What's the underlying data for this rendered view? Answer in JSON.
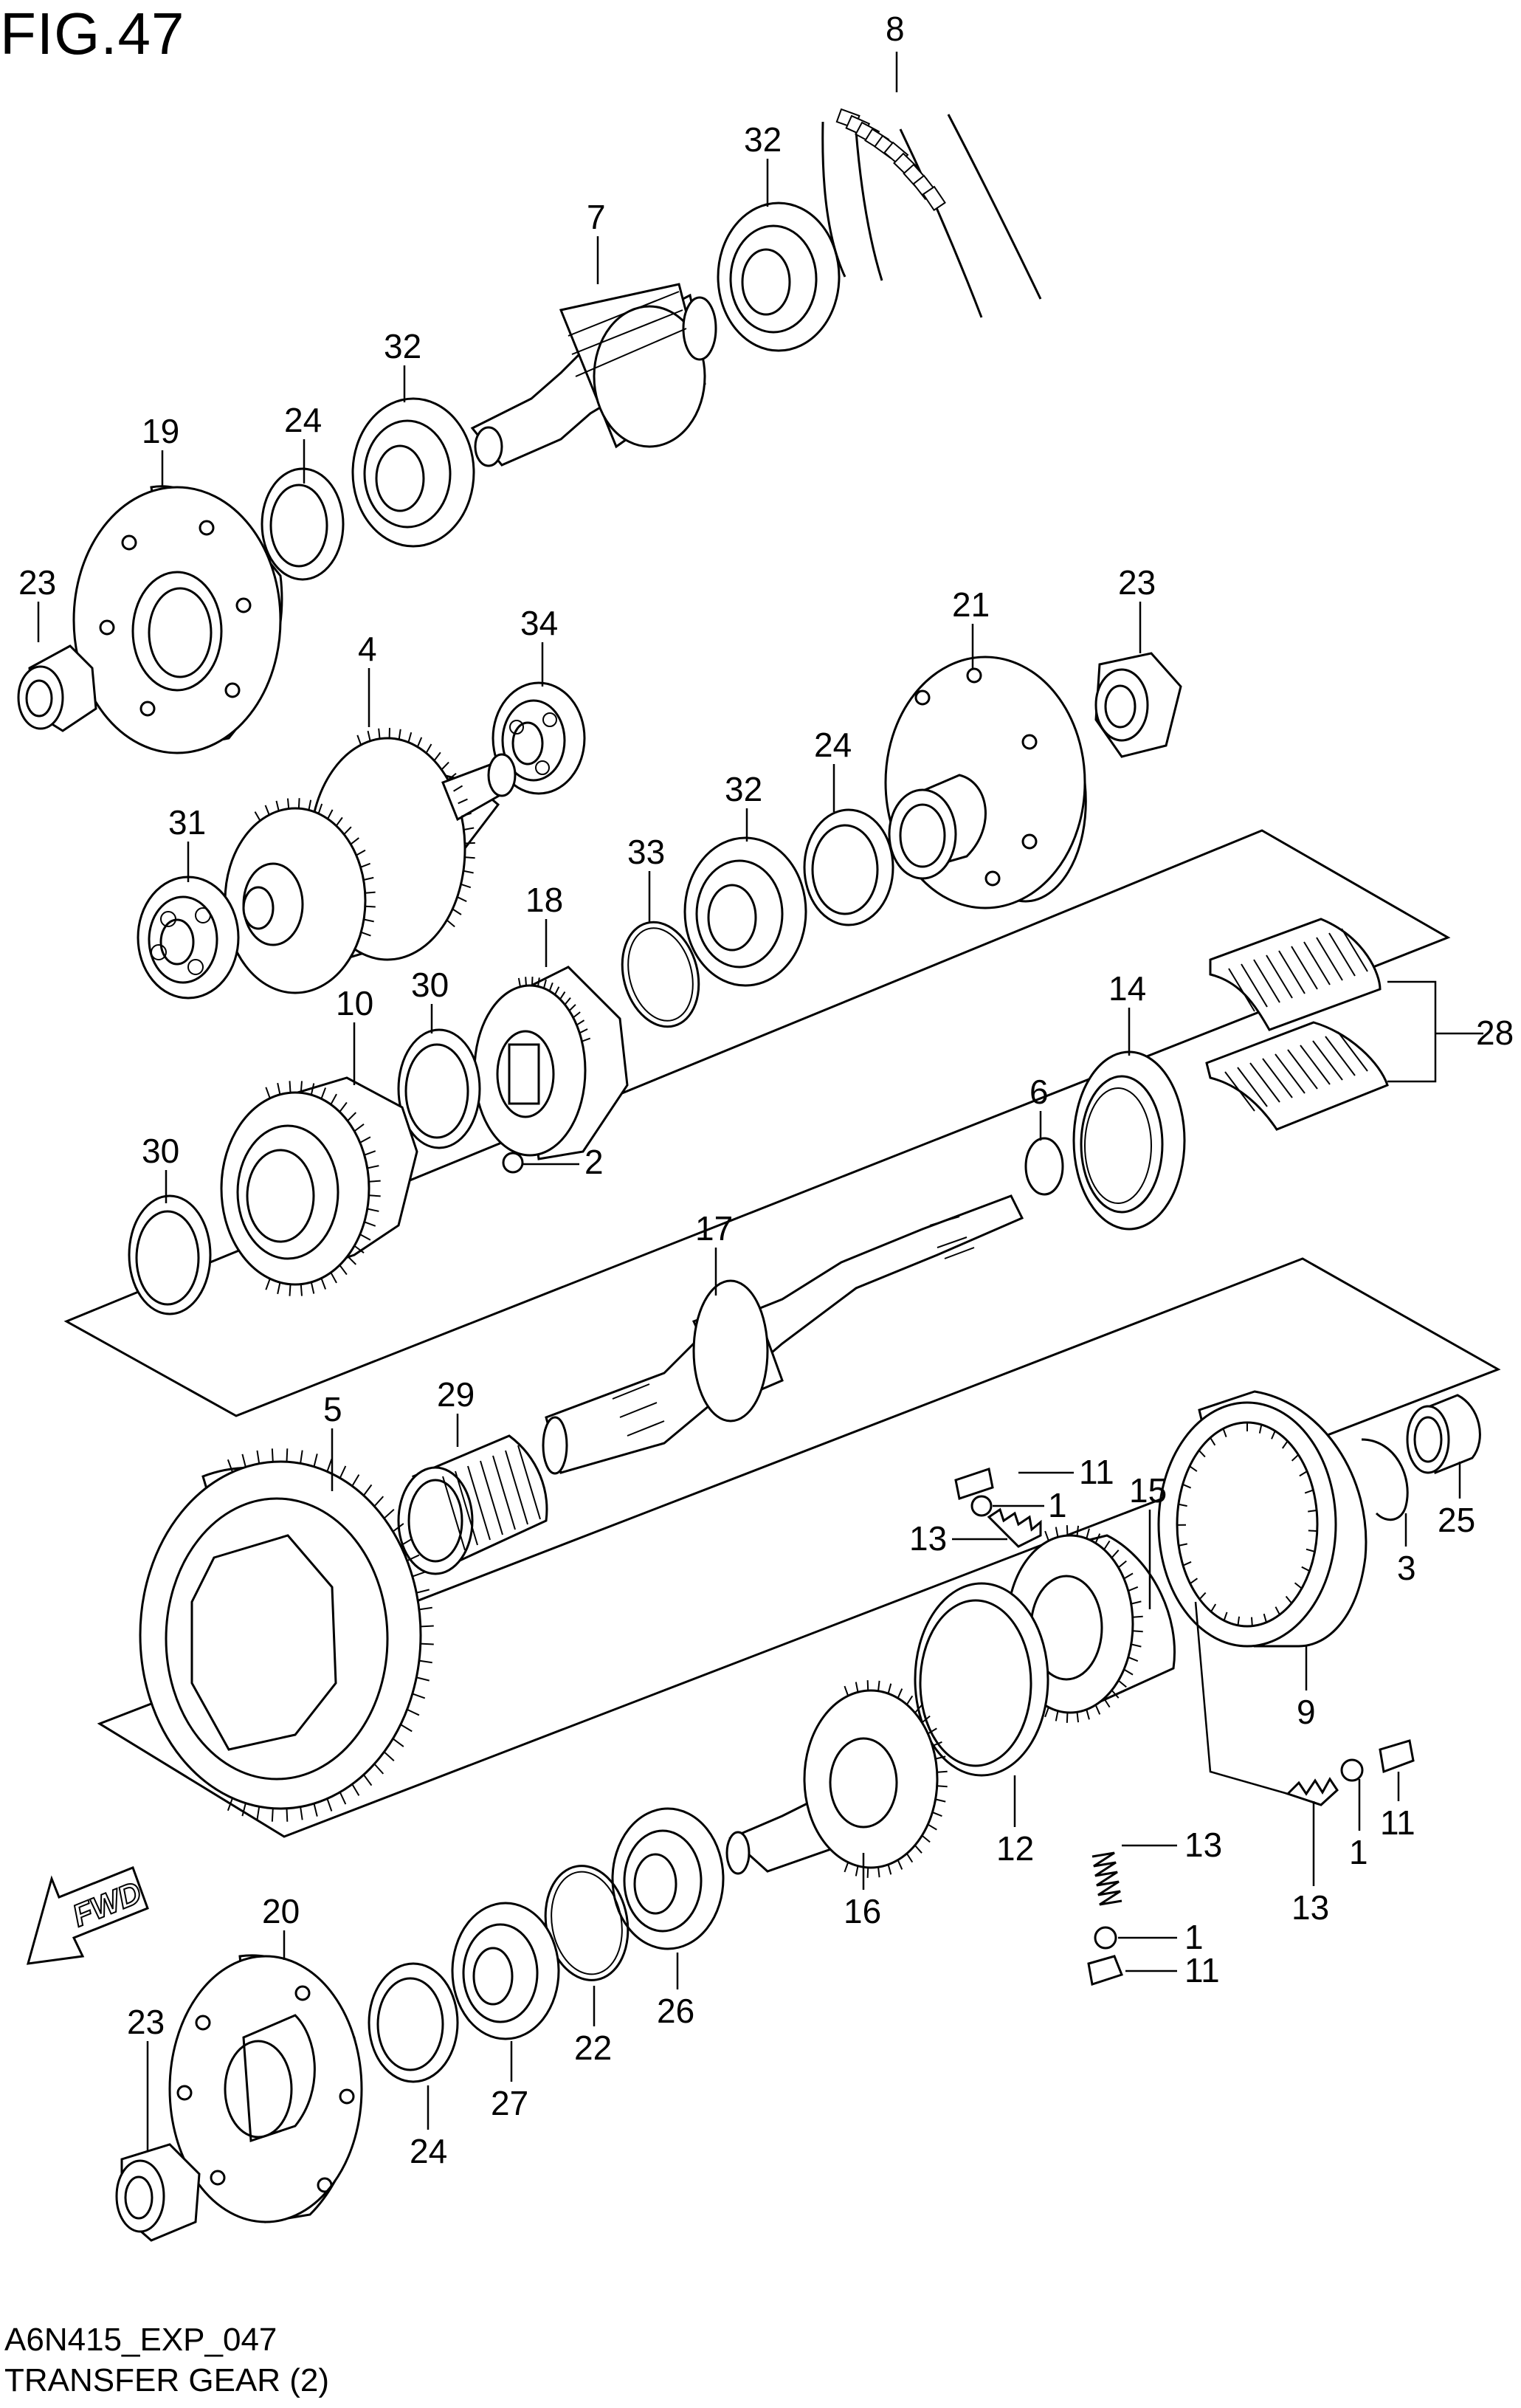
{
  "figure": {
    "title": "FIG.47",
    "code": "A6N415_EXP_047",
    "caption": "TRANSFER GEAR (2)",
    "fwd_label": "FWD"
  },
  "callouts": {
    "c8": "8",
    "c32a": "32",
    "c7": "7",
    "c32b": "32",
    "c19": "19",
    "c24a": "24",
    "c23a": "23",
    "c4": "4",
    "c34": "34",
    "c21": "21",
    "c23b": "23",
    "c31": "31",
    "c33": "33",
    "c32c": "32",
    "c24b": "24",
    "c18": "18",
    "c30a": "30",
    "c10": "10",
    "c14": "14",
    "c28": "28",
    "c6": "6",
    "c2": "2",
    "c30b": "30",
    "c17": "17",
    "c5": "5",
    "c29": "29",
    "c11a": "11",
    "c1a": "1",
    "c13a": "13",
    "c15": "15",
    "c25": "25",
    "c3": "3",
    "c9": "9",
    "c12": "12",
    "c16": "16",
    "c13b": "13",
    "c1b": "1",
    "c11b": "11",
    "c13c": "13",
    "c1c": "1",
    "c11c": "11",
    "c20": "20",
    "c23c": "23",
    "c24c": "24",
    "c27": "27",
    "c22": "22",
    "c26": "26"
  }
}
